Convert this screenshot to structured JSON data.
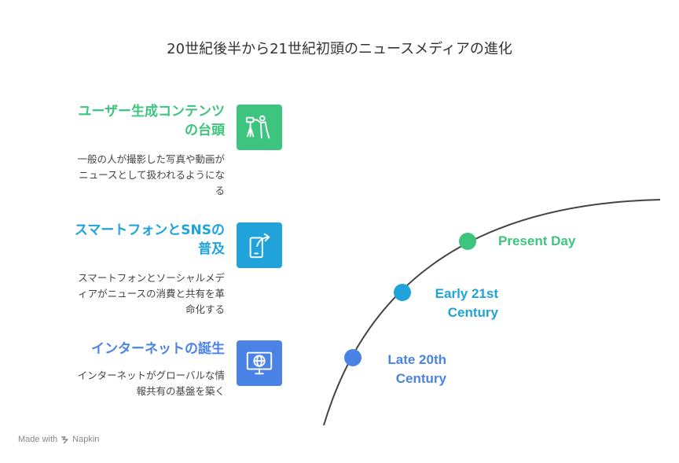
{
  "title": "20世紀後半から21世紀初頭のニュースメディアの進化",
  "items": [
    {
      "title_lines": [
        "ユーザー生成コンテンツ",
        "の台頭"
      ],
      "desc_lines": [
        "一般の人が撮影した写真や動画が",
        "ニュースとして扱われるようにな",
        "る"
      ],
      "icon": "camera-on-tripod-icon",
      "color": "#3DC47E"
    },
    {
      "title_lines": [
        "スマートフォンとSNSの",
        "普及"
      ],
      "desc_lines": [
        "スマートフォンとソーシャルメデ",
        "ィアがニュースの消費と共有を革",
        "命化する"
      ],
      "icon": "smartphone-share-icon",
      "color": "#1FA3DA"
    },
    {
      "title_lines": [
        "インターネットの誕生"
      ],
      "desc_lines": [
        "インターネットがグローバルな情",
        "報共有の基盤を築く"
      ],
      "icon": "globe-monitor-icon",
      "color": "#4A83E5"
    }
  ],
  "timeline": [
    {
      "label_lines": [
        "Present Day"
      ],
      "color": "#3DC47E"
    },
    {
      "label_lines": [
        "Early 21st",
        "Century"
      ],
      "color": "#1FA3DA"
    },
    {
      "label_lines": [
        "Late 20th",
        "Century"
      ],
      "color": "#4A83E5"
    }
  ],
  "footer": {
    "text": "Made with",
    "brand": "Napkin"
  }
}
